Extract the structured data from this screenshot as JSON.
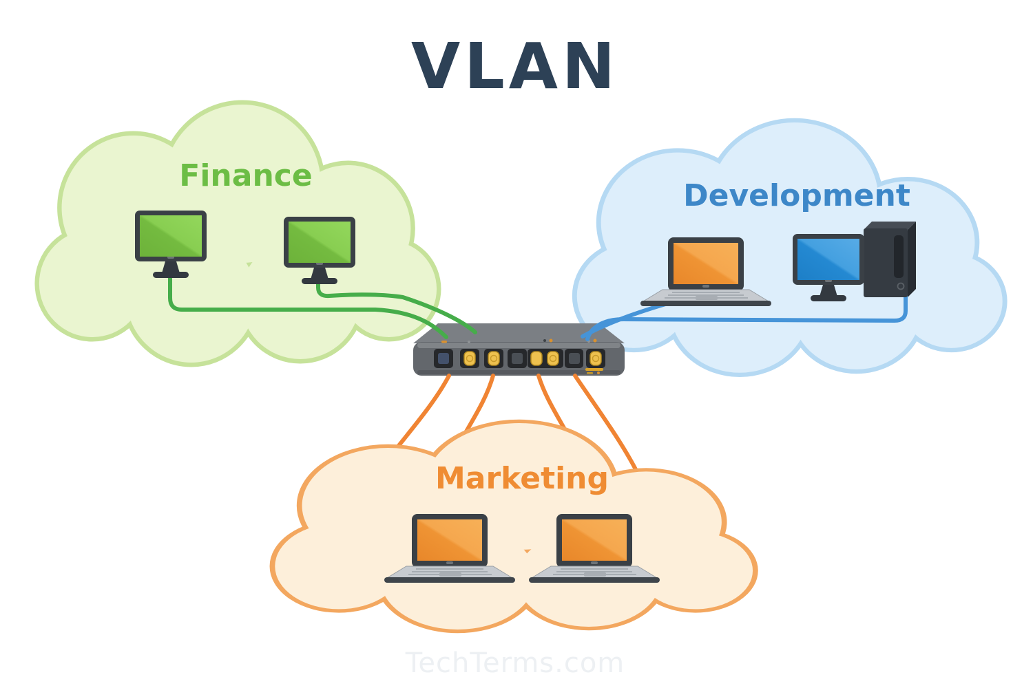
{
  "title": "VLAN",
  "watermark": "TechTerms.com",
  "colors": {
    "title": "#2d4156",
    "watermark": "#edf0f3",
    "finance_fill": "#eaf5d0",
    "finance_stroke": "#c6e29a",
    "finance_label": "#6cbd45",
    "development_fill": "#ddeefb",
    "development_stroke": "#b5d9f3",
    "development_label": "#3d87c8",
    "marketing_fill": "#fdefda",
    "marketing_stroke": "#f3a75f",
    "marketing_label": "#ef8c33",
    "cable_green": "#46ad4a",
    "cable_blue": "#4694d8",
    "cable_orange": "#f08433",
    "switch_top": "#7b7f84",
    "switch_body": "#63676c",
    "port_slot": "#26282b",
    "port_plug": "#eec14f",
    "screen_green": "#7cc344",
    "screen_orange": "#f09a36",
    "screen_blue": "#2e95dd",
    "device_frame": "#3a4046"
  },
  "clouds": [
    {
      "id": "finance",
      "label": "Finance",
      "devices": [
        "desktop-monitor",
        "desktop-monitor"
      ]
    },
    {
      "id": "development",
      "label": "Development",
      "devices": [
        "laptop",
        "desktop-computer"
      ]
    },
    {
      "id": "marketing",
      "label": "Marketing",
      "devices": [
        "laptop",
        "laptop"
      ]
    }
  ],
  "switch": {
    "name": "network-switch",
    "ports": 8,
    "cables": {
      "green": 2,
      "blue": 2,
      "orange": 4
    }
  }
}
